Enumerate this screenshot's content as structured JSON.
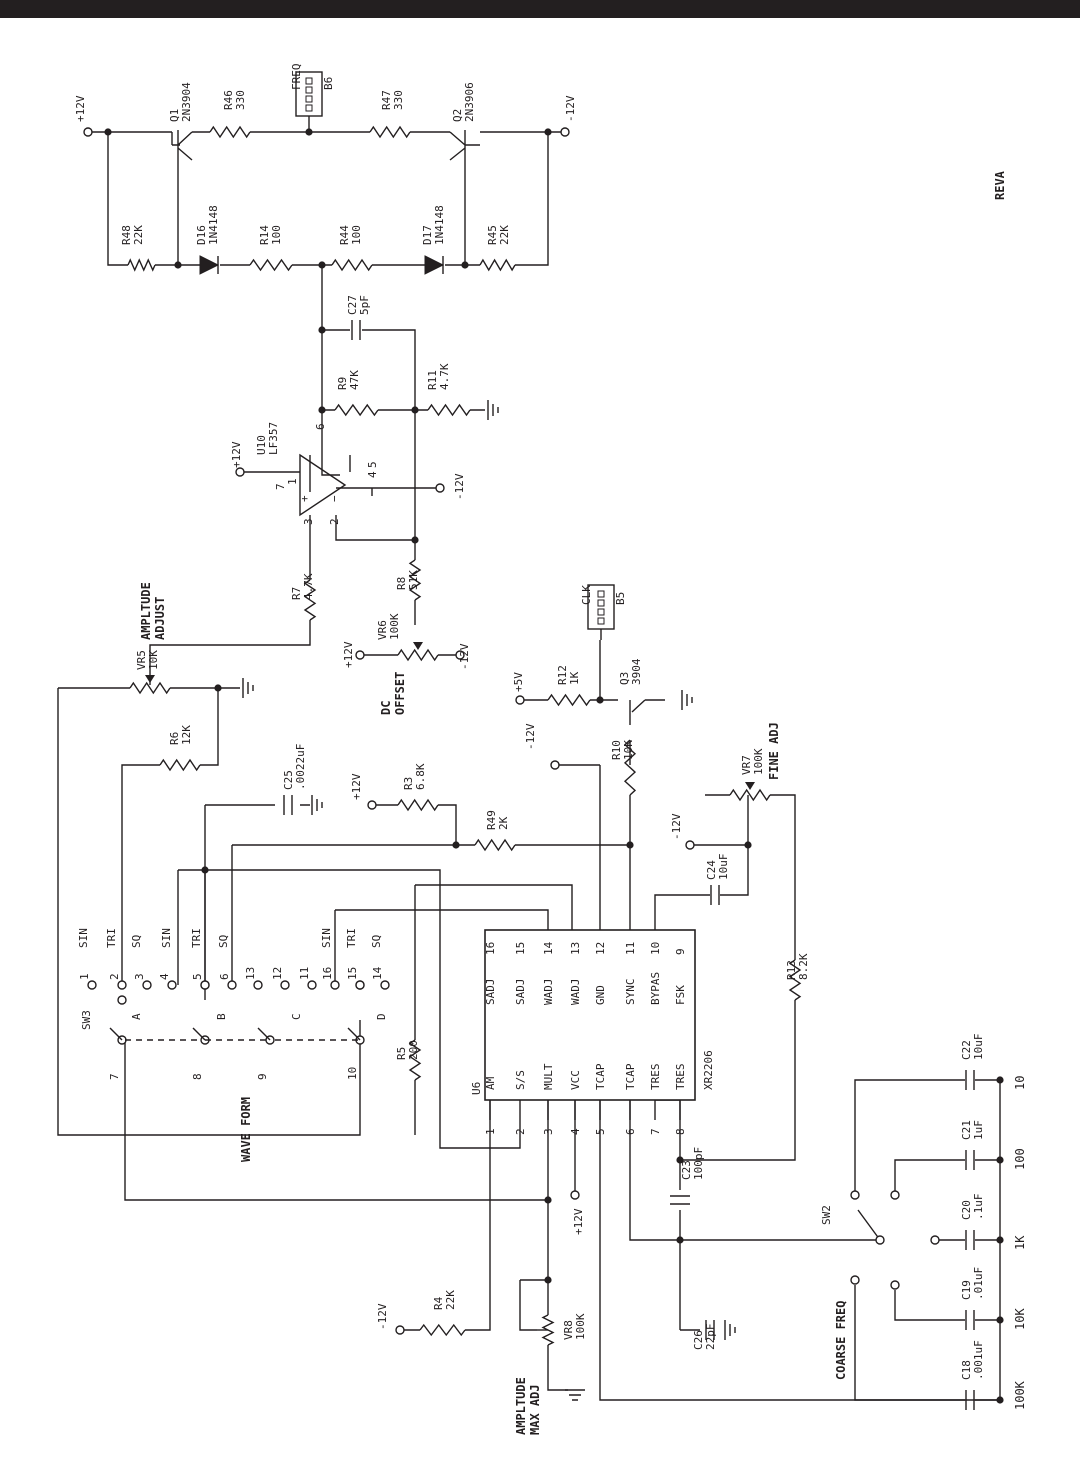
{
  "revision": "REVA",
  "rails": {
    "p12": "+12V",
    "m12": "-12V",
    "p5": "+5V"
  },
  "components": {
    "Q1": {
      "ref": "Q1",
      "part": "2N3904"
    },
    "Q2": {
      "ref": "Q2",
      "part": "2N3906"
    },
    "Q3": {
      "ref": "Q3",
      "part": "3904"
    },
    "R46": {
      "ref": "R46",
      "val": "330"
    },
    "R47": {
      "ref": "R47",
      "val": "330"
    },
    "R48": {
      "ref": "R48",
      "val": "22K"
    },
    "R45": {
      "ref": "R45",
      "val": "22K"
    },
    "R14": {
      "ref": "R14",
      "val": "100"
    },
    "R44": {
      "ref": "R44",
      "val": "100"
    },
    "D16": {
      "ref": "D16",
      "part": "1N4148"
    },
    "D17": {
      "ref": "D17",
      "part": "1N4148"
    },
    "C27": {
      "ref": "C27",
      "val": "5pF"
    },
    "R9": {
      "ref": "R9",
      "val": "47K"
    },
    "R11": {
      "ref": "R11",
      "val": "4.7K"
    },
    "U10": {
      "ref": "U10",
      "part": "LF357"
    },
    "R7": {
      "ref": "R7",
      "val": "4.7K"
    },
    "R8": {
      "ref": "R8",
      "val": "51K"
    },
    "VR5": {
      "ref": "VR5",
      "val": "10K"
    },
    "VR6": {
      "ref": "VR6",
      "val": "100K"
    },
    "R6": {
      "ref": "R6",
      "val": "12K"
    },
    "C25": {
      "ref": "C25",
      "val": ".0022uF"
    },
    "R3": {
      "ref": "R3",
      "val": "6.8K"
    },
    "R49": {
      "ref": "R49",
      "val": "2K"
    },
    "R12": {
      "ref": "R12",
      "val": "1K"
    },
    "R10": {
      "ref": "R10",
      "val": "10K"
    },
    "VR7": {
      "ref": "VR7",
      "val": "100K"
    },
    "C24": {
      "ref": "C24",
      "val": "10uF"
    },
    "R13": {
      "ref": "R13",
      "val": "8.2K"
    },
    "R5": {
      "ref": "R5",
      "val": "200"
    },
    "R4": {
      "ref": "R4",
      "val": "22K"
    },
    "VR8": {
      "ref": "VR8",
      "val": "100K"
    },
    "C23": {
      "ref": "C23",
      "val": "100pF"
    },
    "C26": {
      "ref": "C26",
      "val": "22pF"
    },
    "C22": {
      "ref": "C22",
      "val": "10uF"
    },
    "C21": {
      "ref": "C21",
      "val": "1uF"
    },
    "C20": {
      "ref": "C20",
      "val": ".1uF"
    },
    "C19": {
      "ref": "C19",
      "val": ".01uF"
    },
    "C18": {
      "ref": "C18",
      "val": ".001uF"
    },
    "U6": {
      "ref": "U6",
      "part": "XR2206"
    },
    "SW2": {
      "ref": "SW2"
    },
    "SW3": {
      "ref": "SW3"
    }
  },
  "connectors": {
    "B6": {
      "ref": "B6",
      "label": "FREQ"
    },
    "B5": {
      "ref": "B5",
      "label": "CLK"
    }
  },
  "op_pins": [
    "7",
    "1",
    "3",
    "2",
    "6",
    "4",
    "5"
  ],
  "u6_pins_left": [
    "AM",
    "S/S",
    "MULT",
    "VCC",
    "TCAP",
    "TCAP",
    "TRES",
    "TRES"
  ],
  "u6_pins_right": [
    "SADJ",
    "SADJ",
    "WADJ",
    "WADJ",
    "GND",
    "SYNC",
    "BYPAS",
    "FSK"
  ],
  "u6_pin_nums_left": [
    "1",
    "2",
    "3",
    "4",
    "5",
    "6",
    "7",
    "8"
  ],
  "u6_pin_nums_right": [
    "16",
    "15",
    "14",
    "13",
    "12",
    "11",
    "10",
    "9"
  ],
  "sw3": {
    "positions": [
      "1",
      "2",
      "3",
      "4",
      "5",
      "6",
      "13",
      "12",
      "11",
      "16",
      "15",
      "14"
    ],
    "wave_labels": [
      "SIN",
      "TRI",
      "SQ",
      "SIN",
      "TRI",
      "SQ",
      "SIN",
      "TRI",
      "SQ"
    ],
    "sections": [
      "A",
      "B",
      "C",
      "D"
    ],
    "commons": [
      "7",
      "8",
      "9",
      "10"
    ]
  },
  "range_labels": [
    "10",
    "100",
    "1K",
    "10K",
    "100K"
  ],
  "labels": {
    "amplitude_adjust": [
      "AMPLTUDE",
      "ADJUST"
    ],
    "dc_offset": [
      "DC",
      "OFFSET"
    ],
    "fine_adj": "FINE ADJ",
    "wave_form": "WAVE FORM",
    "coarse_freq": "COARSE FREQ",
    "amp_max_adj": [
      "AMPLTUDE",
      "MAX ADJ"
    ]
  }
}
